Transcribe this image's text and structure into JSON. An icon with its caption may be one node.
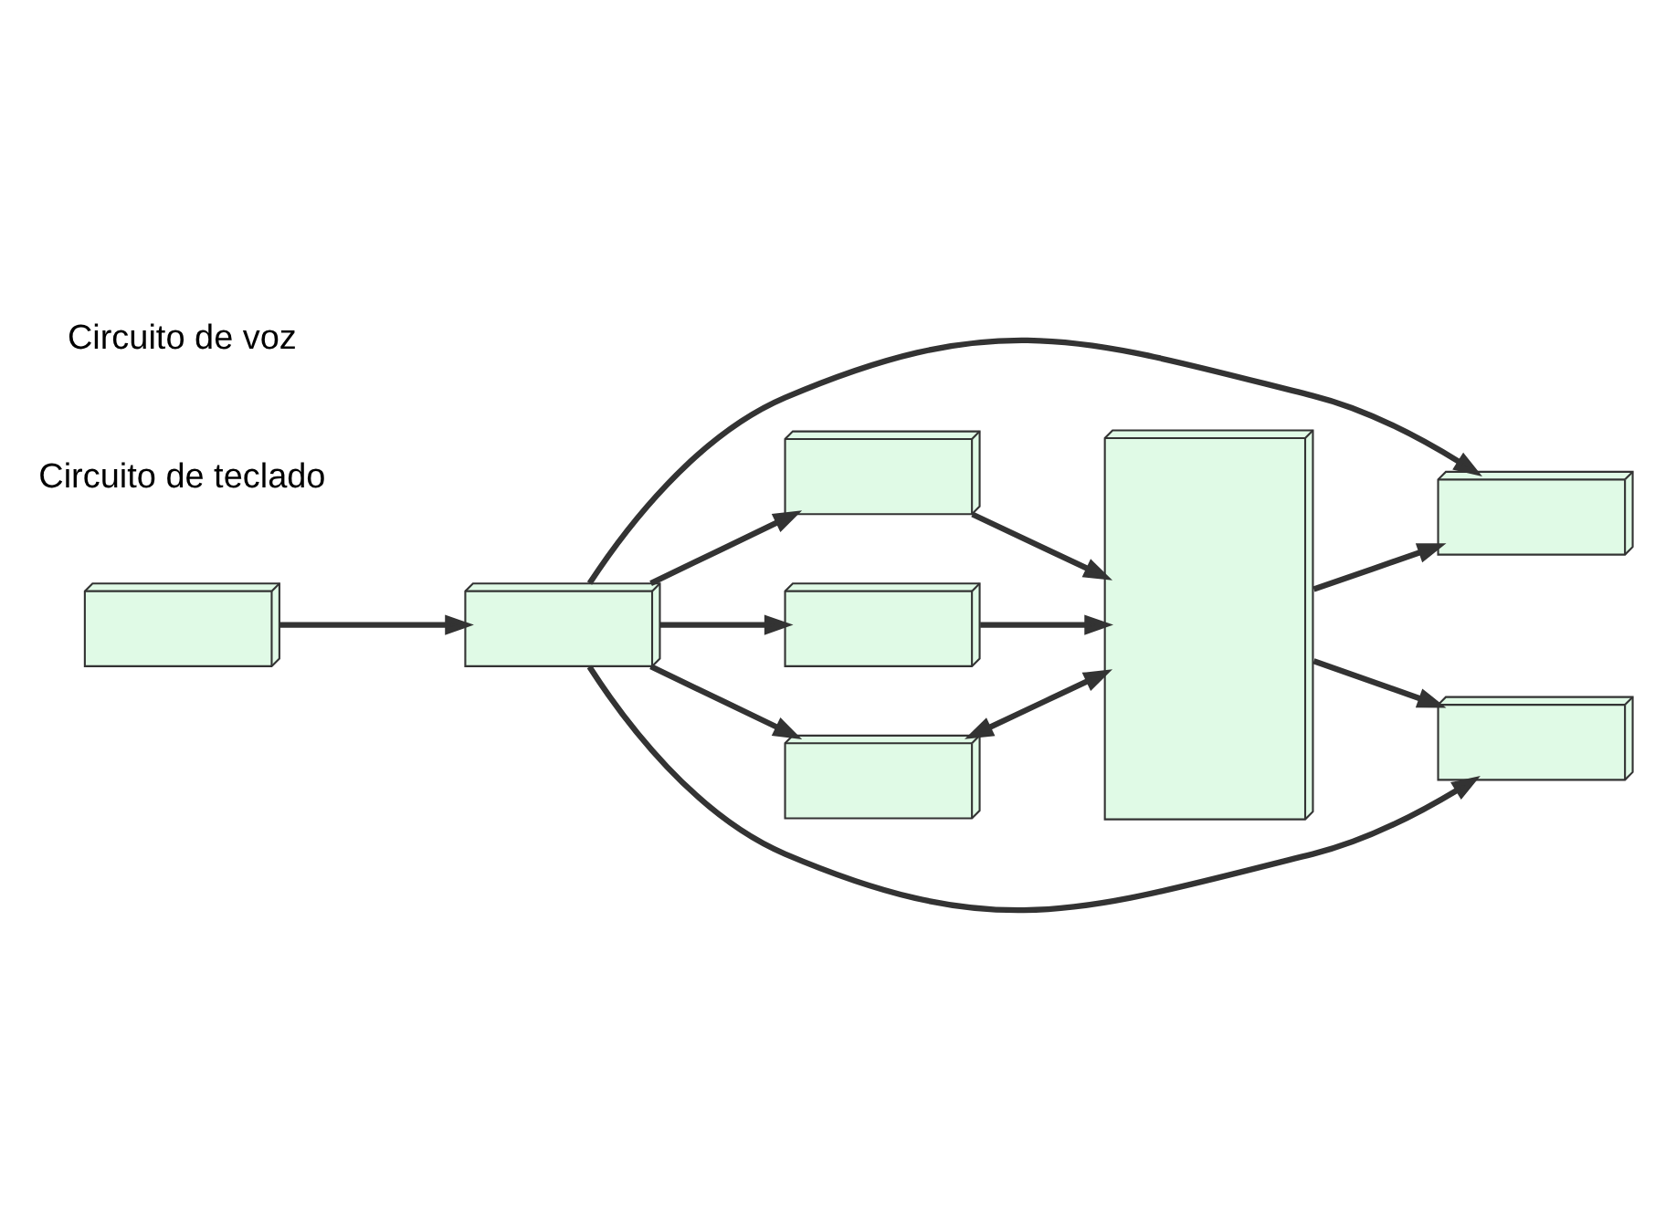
{
  "diagram": {
    "nodes": [
      {
        "text": [],
        "shape": "box"
      },
      {
        "text": [],
        "shape": "box"
      },
      {
        "text": [],
        "shape": "box"
      },
      {
        "text": [],
        "shape": "box"
      },
      {
        "text": [],
        "shape": "box"
      },
      {
        "text": [],
        "shape": "box"
      },
      {
        "text": [],
        "shape": "box"
      },
      {
        "text": [],
        "shape": "box"
      }
    ],
    "edges": [
      {
        "from": 0,
        "to": 3,
        "arrow": "to"
      },
      {
        "from": 3,
        "to": 1,
        "arrow": "to"
      },
      {
        "from": 2,
        "to": 3,
        "arrow": "both"
      },
      {
        "from": 3,
        "to": 4,
        "arrow": "to"
      },
      {
        "from": 5,
        "to": 3,
        "arrow": "to"
      },
      {
        "from": 6,
        "to": 0,
        "arrow": "to"
      },
      {
        "from": 6,
        "to": 1,
        "arrow": "to"
      },
      {
        "from": 6,
        "to": 2,
        "arrow": "to"
      },
      {
        "from": 6,
        "to": 4,
        "arrow": "to"
      },
      {
        "from": 6,
        "to": 5,
        "arrow": "to"
      },
      {
        "from": 7,
        "to": 6,
        "arrow": "to"
      }
    ],
    "labels": [
      "Circuito de teclado",
      "Circuito de voz"
    ]
  }
}
